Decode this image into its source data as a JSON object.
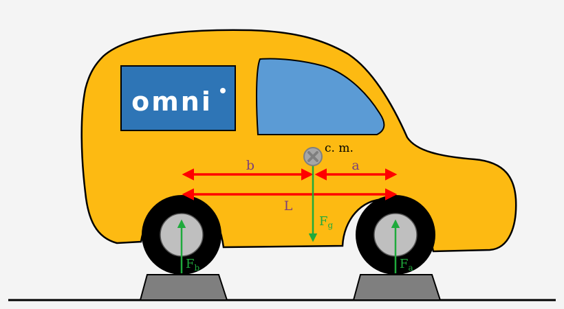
{
  "diagram": {
    "logo_text": "omni",
    "labels": {
      "center_of_mass": "c. m.",
      "distance_rear": "b",
      "distance_front": "a",
      "wheelbase": "L",
      "gravity_force": {
        "main": "F",
        "sub": "g"
      },
      "rear_force": {
        "main": "F",
        "sub": "b"
      },
      "front_force": {
        "main": "F",
        "sub": "a"
      }
    },
    "colors": {
      "body": "#FDBA12",
      "outline": "#000000",
      "window": "#5B9BD5",
      "logo_panel": "#2E75B6",
      "arrow_red": "#FF0000",
      "arrow_green": "#1FAA3C",
      "label_purple": "#7B3F7B",
      "label_green": "#1FAA3C",
      "tire": "#000000",
      "hub": "#BFBFBF",
      "support": "#7F7F7F",
      "background": "#F4F4F4"
    },
    "icons": {
      "center_of_mass": "cross-circle-icon",
      "logo_dot": "dot-icon"
    }
  }
}
